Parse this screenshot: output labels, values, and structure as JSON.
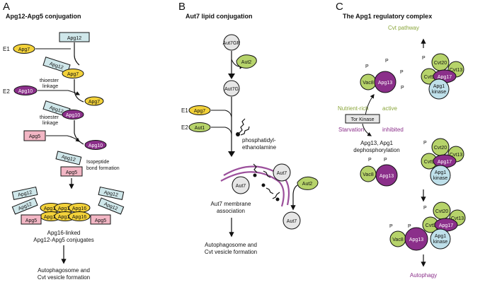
{
  "panelA": {
    "letter": "A",
    "title": "Apg12-Apg5 conjugation",
    "apg12": "Apg12",
    "apg7": "Apg7",
    "apg10": "Apg10",
    "apg5": "Apg5",
    "apg16": "Apg16",
    "e1": "E1",
    "e2": "E2",
    "thioester1": "thioester",
    "thioester2": "linkage",
    "isopeptide1": "Isopeptide",
    "isopeptide2": "bond formation",
    "linked1": "Apg16-linked",
    "linked2": "Apg12-Apg5 conjugates",
    "result1": "Autophagosome and",
    "result2": "Cvt vesicle formation"
  },
  "panelB": {
    "letter": "B",
    "title": "Aut7 lipid conjugation",
    "aut7gr": "Aut7GR",
    "aut2": "Aut2",
    "aut7g": "Aut7G",
    "apg7": "Apg7",
    "aut1": "Aut1",
    "e1": "E1",
    "e2": "E2",
    "pe1": "phosphatidyl-",
    "pe2": "ethanolamine",
    "aut7": "Aut7",
    "assoc1": "Aut7 membrane",
    "assoc2": "association",
    "result1": "Autophagosome and",
    "result2": "Cvt vesicle formation"
  },
  "panelC": {
    "letter": "C",
    "title": "The Apg1 regulatory complex",
    "cvt_pathway": "Cvt pathway",
    "vac8": "Vac8",
    "apg13": "Apg13",
    "p": "P",
    "cvt20": "Cvt20",
    "cvt13": "Cvt13",
    "cvt9": "Cvt9",
    "apg17": "Apg17",
    "apg1": "Apg1",
    "kinase": "kinase",
    "nutrient_rich": "Nutrient-rich",
    "active": "active",
    "tor_kinase": "Tor Kinase",
    "starvation": "Starvation",
    "inhibited": "inhibited",
    "dephos1": "Apg13, Apg1",
    "dephos2": "dephosphorylation",
    "autophagy": "Autophagy"
  },
  "colors": {
    "cyan": "#cfe7ea",
    "yellow": "#f3d23a",
    "purple": "#8b2f8a",
    "pink": "#f2b6c4",
    "lime": "#b6d36a",
    "green_text": "#8aa63a",
    "light_blue": "#bfe0ea",
    "membrane": "#9b4f9b"
  }
}
